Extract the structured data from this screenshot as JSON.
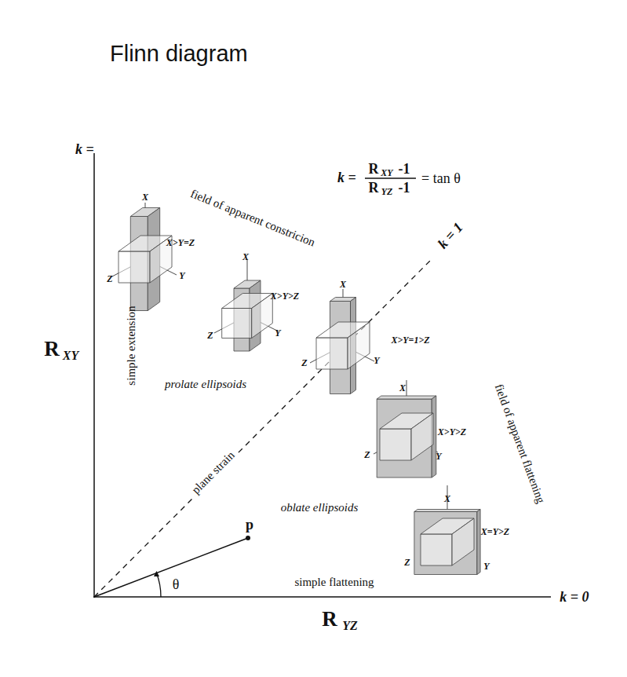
{
  "diagram": {
    "title": "Flinn diagram",
    "labels": [
      "k =",
      "k =",
      "R",
      "XY",
      "-1",
      "R",
      "YZ",
      "-1",
      "= tan θ",
      "k = 1",
      "field of apparent constricion",
      "X",
      "X>Y=Z",
      "Z",
      "Y",
      "X",
      "X>Y>Z",
      "Z",
      "Y",
      "X",
      "X>Y=1>Z",
      "Z",
      "Y",
      "R",
      "XY",
      "simple extension",
      "prolate ellipsoids",
      "X",
      "X>Y>Z",
      "Z",
      "Y",
      "field of apparent flattening",
      "plane strain",
      "oblate ellipsoids",
      "p",
      "X",
      "X=Y>Z",
      "Z",
      "Y",
      "θ",
      "simple flattening",
      "k = 0",
      "R",
      "YZ"
    ]
  }
}
